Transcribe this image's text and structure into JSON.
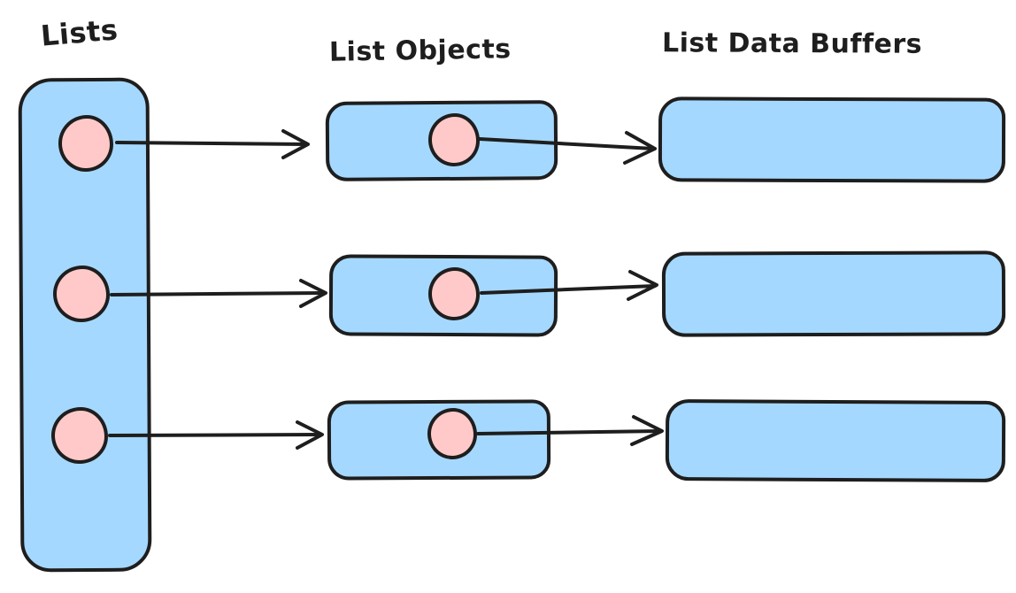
{
  "labels": {
    "lists": "Lists",
    "list_objects": "List Objects",
    "list_data_buffers": "List Data Buffers"
  },
  "colors": {
    "background": "#ffffff",
    "box-fill": "#a5d8ff",
    "circle-fill": "#ffc9c9",
    "stroke": "#1e1e1e"
  },
  "diagram": {
    "type": "hand-drawn box diagram",
    "columns": [
      "Lists",
      "List Objects",
      "List Data Buffers"
    ],
    "rows": 3,
    "nodes": {
      "lists_container": "tall rounded rectangle holding 3 pointer circles",
      "list_objects": [
        "list-object-1",
        "list-object-2",
        "list-object-3"
      ],
      "list_data_buffers": [
        "list-data-buffer-1",
        "list-data-buffer-2",
        "list-data-buffer-3"
      ]
    },
    "edges": [
      {
        "from": "list-pointer-1",
        "to": "list-object-1"
      },
      {
        "from": "list-pointer-2",
        "to": "list-object-2"
      },
      {
        "from": "list-pointer-3",
        "to": "list-object-3"
      },
      {
        "from": "list-object-1",
        "to": "list-data-buffer-1"
      },
      {
        "from": "list-object-2",
        "to": "list-data-buffer-2"
      },
      {
        "from": "list-object-3",
        "to": "list-data-buffer-3"
      }
    ]
  }
}
